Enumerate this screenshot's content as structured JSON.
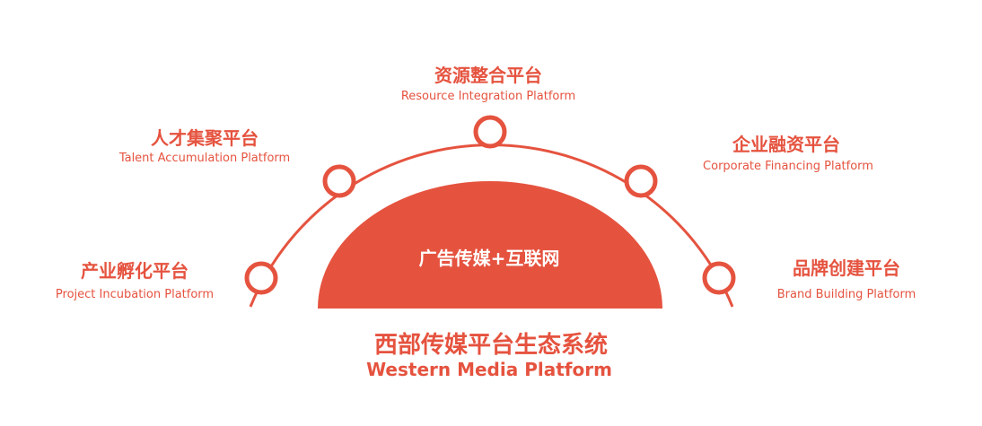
{
  "colors": {
    "accent": "#e5533f",
    "background": "#ffffff",
    "center_text": "#ffffff"
  },
  "center": {
    "label": "广告传媒+互联网"
  },
  "bottom": {
    "title": "西部传媒平台生态系统",
    "subtitle": "Western Media Platform"
  },
  "nodes": [
    {
      "title": "产业孵化平台",
      "subtitle": "Project Incubation Platform"
    },
    {
      "title": "人才集聚平台",
      "subtitle": "Talent Accumulation Platform"
    },
    {
      "title": "资源整合平台",
      "subtitle": "Resource Integration Platform"
    },
    {
      "title": "企业融资平台",
      "subtitle": "Corporate Financing Platform"
    },
    {
      "title": "品牌创建平台",
      "subtitle": "Brand Building Platform"
    }
  ]
}
